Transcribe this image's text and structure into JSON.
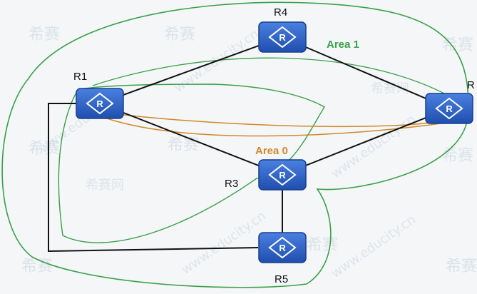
{
  "diagram": {
    "routers": [
      {
        "id": "R1",
        "label": "R1"
      },
      {
        "id": "R3",
        "label": "R3"
      },
      {
        "id": "R4",
        "label": "R4"
      },
      {
        "id": "R5",
        "label": "R5"
      },
      {
        "id": "R2",
        "label": "R"
      }
    ],
    "areas": [
      {
        "id": "area0",
        "label": "Area 0",
        "color": "#d0892c"
      },
      {
        "id": "area1",
        "label": "Area 1",
        "color": "#3aa04a"
      }
    ],
    "watermark": {
      "text_cn": "希赛",
      "text_cn_net": "希赛网",
      "text_url": "www.educity.cn"
    },
    "colors": {
      "router_fill": "#2d63c8",
      "link": "#111111",
      "area0": "#d0892c",
      "area1": "#3aa04a"
    }
  }
}
